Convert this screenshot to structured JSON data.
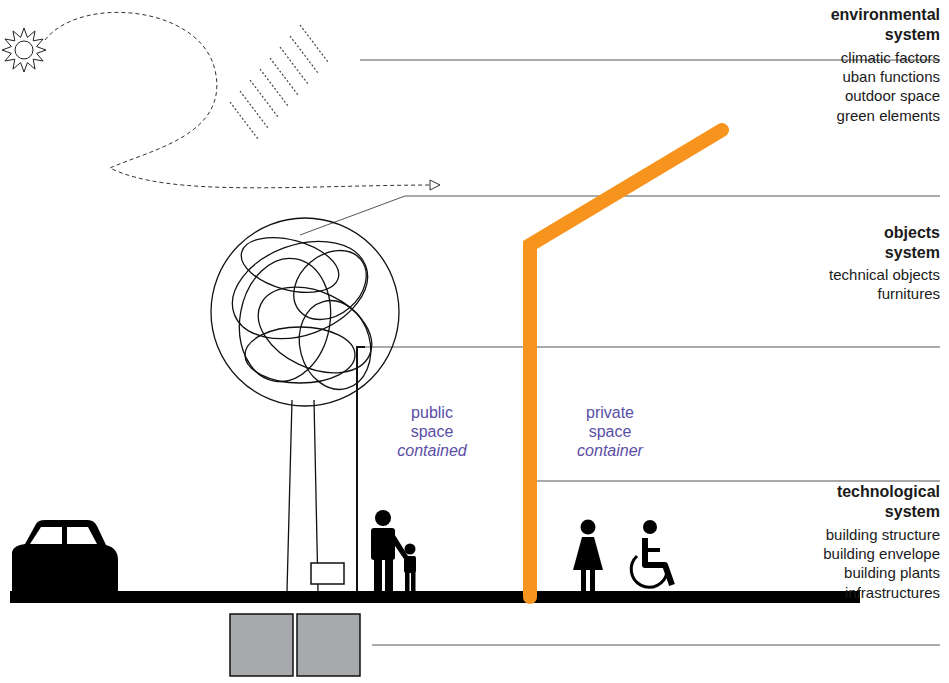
{
  "diagram": {
    "labels": [
      "environmental system",
      "climatic factors",
      "uban functions",
      "outdoor space",
      "green elements",
      "objects system",
      "technical objects",
      "furnitures",
      "public space",
      "contained",
      "private space",
      "container",
      "technological system",
      "building structure",
      "building envelope",
      "building plants",
      "infrastructures"
    ]
  }
}
